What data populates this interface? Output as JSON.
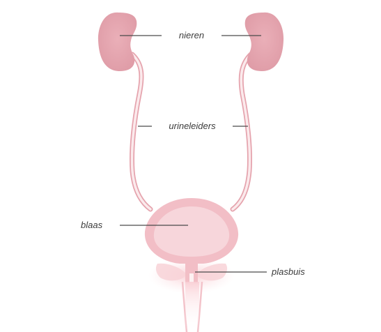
{
  "labels": {
    "kidneys": "nieren",
    "ureters": "urineleiders",
    "bladder": "blaas",
    "urethra": "plasbuis"
  },
  "colors": {
    "organ_fill": "#e7a9b3",
    "organ_light": "#f3c7cd",
    "tube_outline": "#e5a3ad",
    "tube_inner": "#fbeaec",
    "urethra_glow": "#fbd8dc",
    "leader_line": "#4a4a4a",
    "label_text": "#3b3b3b"
  }
}
